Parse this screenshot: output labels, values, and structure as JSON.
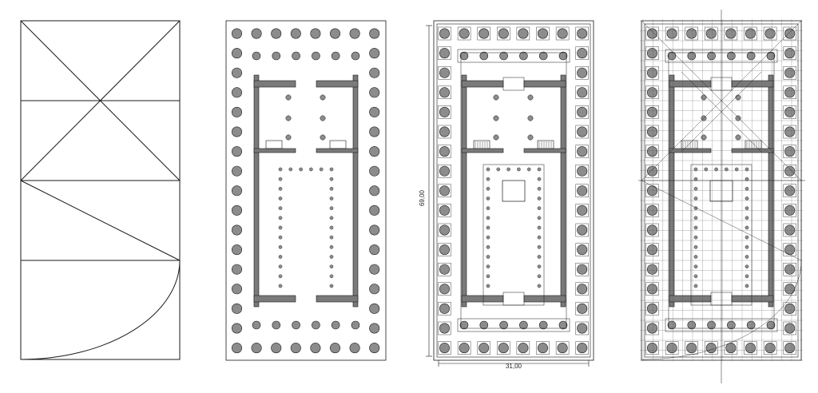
{
  "panels": [
    {
      "id": "geometry",
      "kind": "construction"
    },
    {
      "id": "plan",
      "kind": "plan"
    },
    {
      "id": "measured",
      "kind": "measured-plan"
    },
    {
      "id": "grid",
      "kind": "grid-overlay"
    }
  ],
  "dimensions": {
    "length": "69,00",
    "width": "31,00"
  },
  "colonnade": {
    "long_side_columns": 17,
    "short_side_columns": 8,
    "inner_rows": 2,
    "inner_row_columns": 6
  },
  "colors": {
    "column_fill": "#8c8c8c",
    "wall_fill": "#7a7a7a",
    "line": "#1a1a1a",
    "background": "#ffffff"
  }
}
